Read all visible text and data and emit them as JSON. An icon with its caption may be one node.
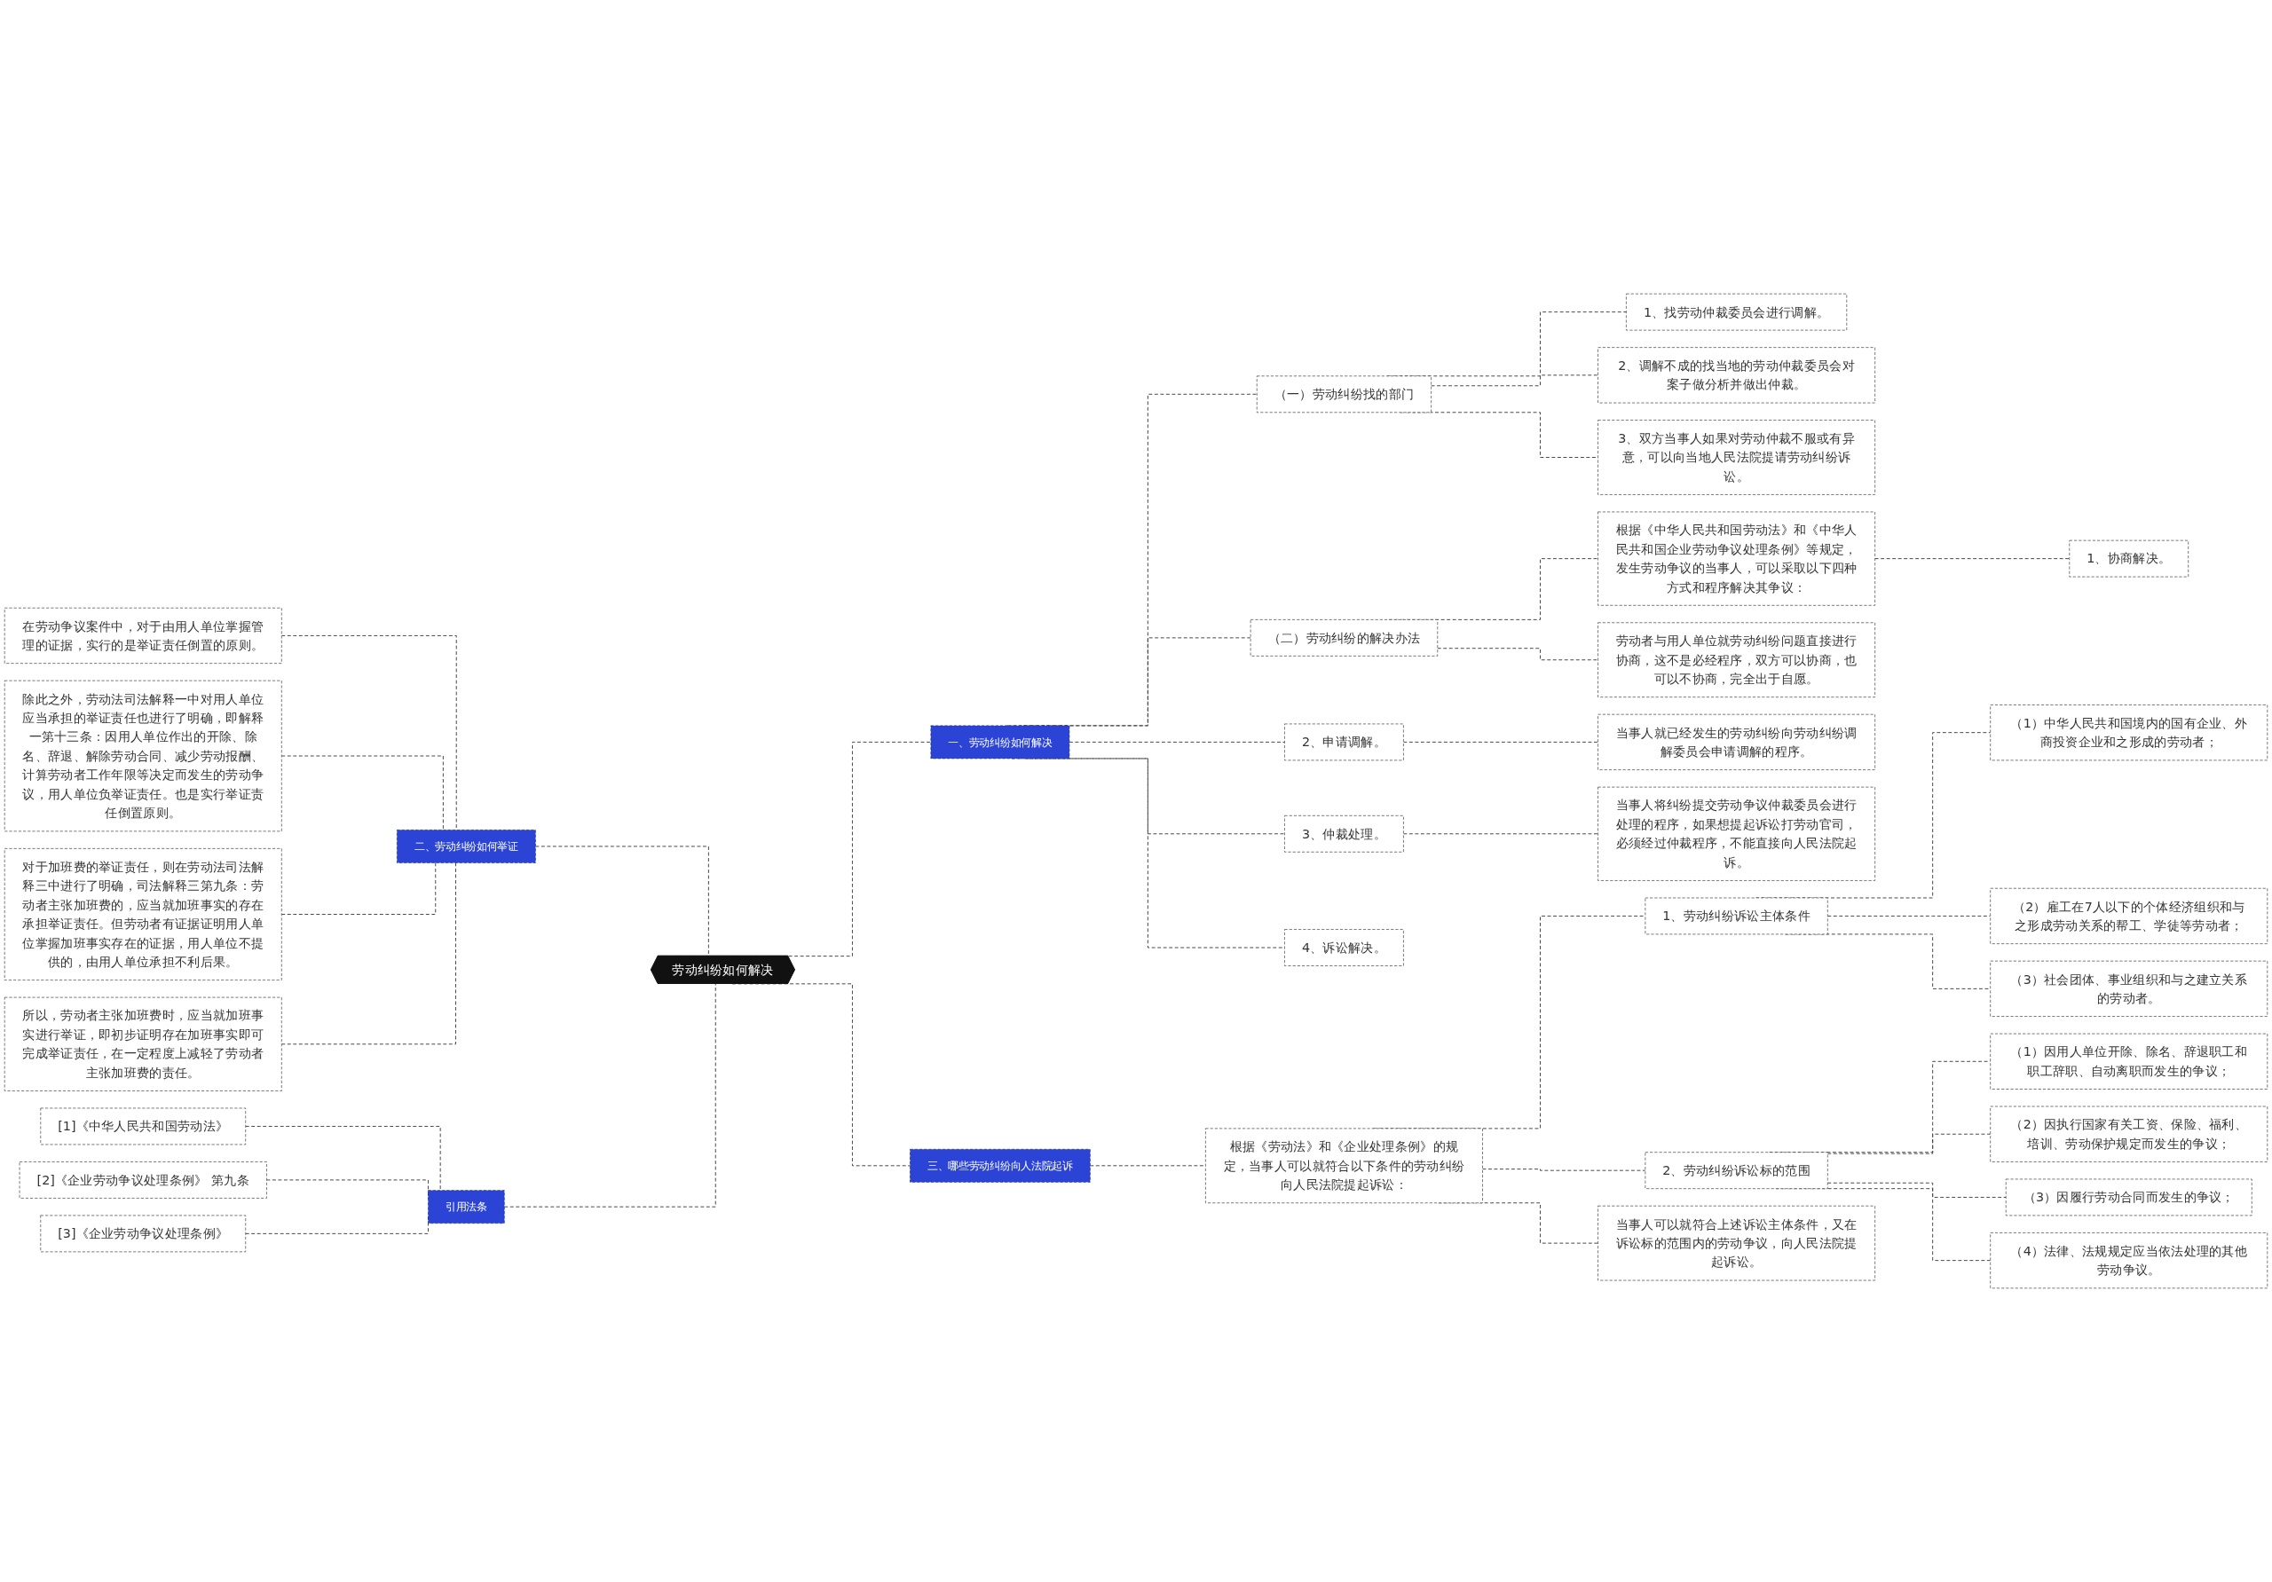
{
  "diagram": {
    "nodes": [
      {
        "text": [
          "劳动纠纷如何解决"
        ]
      },
      {
        "text": [
          "一、劳动纠纷如何解决"
        ]
      },
      {
        "text": [
          "（一）劳动纠纷找的部门"
        ]
      },
      {
        "text": [
          "1、找劳动仲裁委员会进行调解。"
        ]
      },
      {
        "text": [
          "2、调解不成的找当地的劳动仲裁委员会对案子做分析并做出仲裁。"
        ]
      },
      {
        "text": [
          "3、双方当事人如果对劳动仲裁不服或有异意，可以向当地人民法院提请劳动纠纷诉讼。"
        ]
      },
      {
        "text": [
          "（二）劳动纠纷的解决办法"
        ]
      },
      {
        "text": [
          "根据《中华人民共和国劳动法》和《中华人民共和国企业劳动争议处理条例》等规定，发生劳动争议的当事人，可以采取以下四种方式和程序解决其争议："
        ]
      },
      {
        "text": [
          "1、协商解决。"
        ]
      },
      {
        "text": [
          "劳动者与用人单位就劳动纠纷问题直接进行协商，这不是必经程序，双方可以协商，也可以不协商，完全出于自愿。"
        ]
      },
      {
        "text": [
          "2、申请调解。"
        ]
      },
      {
        "text": [
          "当事人就已经发生的劳动纠纷向劳动纠纷调解委员会申请调解的程序。"
        ]
      },
      {
        "text": [
          "3、仲裁处理。"
        ]
      },
      {
        "text": [
          "当事人将纠纷提交劳动争议仲裁委员会进行处理的程序，如果想提起诉讼打劳动官司，必须经过仲裁程序，不能直接向人民法院起诉。"
        ]
      },
      {
        "text": [
          "4、诉讼解决。"
        ]
      },
      {
        "text": [
          "二、劳动纠纷如何举证"
        ]
      },
      {
        "text": [
          "在劳动争议案件中，对于由用人单位掌握管理的证据，实行的是举证责任倒置的原则。"
        ]
      },
      {
        "text": [
          "除此之外，劳动法司法解释一中对用人单位应当承担的举证责任也进行了明确，即解释一第十三条：因用人单位作出的开除、除名、辞退、解除劳动合同、减少劳动报酬、计算劳动者工作年限等决定而发生的劳动争议，用人单位负举证责任。也是实行举证责任倒置原则。"
        ]
      },
      {
        "text": [
          "对于加班费的举证责任，则在劳动法司法解释三中进行了明确，司法解释三第九条：劳动者主张加班费的，应当就加班事实的存在承担举证责任。但劳动者有证据证明用人单位掌握加班事实存在的证据，用人单位不提供的，由用人单位承担不利后果。"
        ]
      },
      {
        "text": [
          "所以，劳动者主张加班费时，应当就加班事实进行举证，即初步证明存在加班事实即可完成举证责任，在一定程度上减轻了劳动者主张加班费的责任。"
        ]
      },
      {
        "text": [
          "引用法条"
        ]
      },
      {
        "text": [
          "[1]《中华人民共和国劳动法》"
        ]
      },
      {
        "text": [
          "[2]《企业劳动争议处理条例》 第九条"
        ]
      },
      {
        "text": [
          "[3]《企业劳动争议处理条例》"
        ]
      },
      {
        "text": [
          "三、哪些劳动纠纷向人法院起诉"
        ]
      },
      {
        "text": [
          "根据《劳动法》和《企业处理条例》的规定，当事人可以就符合以下条件的劳动纠纷向人民法院提起诉讼："
        ]
      },
      {
        "text": [
          "1、劳动纠纷诉讼主体条件"
        ]
      },
      {
        "text": [
          "（1）中华人民共和国境内的国有企业、外商投资企业和之形成的劳动者；"
        ]
      },
      {
        "text": [
          "（2）雇工在7人以下的个体经济组织和与之形成劳动关系的帮工、学徒等劳动者；"
        ]
      },
      {
        "text": [
          "（3）社会团体、事业组织和与之建立关系的劳动者。"
        ]
      },
      {
        "text": [
          "2、劳动纠纷诉讼标的范围"
        ]
      },
      {
        "text": [
          "（1）因用人单位开除、除名、辞退职工和职工辞职、自动离职而发生的争议；"
        ]
      },
      {
        "text": [
          "（2）因执行国家有关工资、保险、福利、培训、劳动保护规定而发生的争议；"
        ]
      },
      {
        "text": [
          "（3）因履行劳动合同而发生的争议；"
        ]
      },
      {
        "text": [
          "（4）法律、法规规定应当依法处理的其他劳动争议。"
        ]
      },
      {
        "text": [
          "当事人可以就符合上述诉讼主体条件，又在诉讼标的范围内的劳动争议，向人民法院提起诉讼。"
        ]
      }
    ],
    "edges": [
      {
        "from": 0,
        "to": 1,
        "arrow": "none",
        "style": "dashed"
      },
      {
        "from": 1,
        "to": 2,
        "arrow": "none",
        "style": "dashed"
      },
      {
        "from": 2,
        "to": 3,
        "arrow": "none",
        "style": "dashed"
      },
      {
        "from": 2,
        "to": 4,
        "arrow": "none",
        "style": "dashed"
      },
      {
        "from": 2,
        "to": 5,
        "arrow": "none",
        "style": "dashed"
      },
      {
        "from": 1,
        "to": 6,
        "arrow": "none",
        "style": "dashed"
      },
      {
        "from": 6,
        "to": 7,
        "arrow": "none",
        "style": "dashed"
      },
      {
        "from": 7,
        "to": 8,
        "arrow": "none",
        "style": "dashed"
      },
      {
        "from": 6,
        "to": 9,
        "arrow": "none",
        "style": "dashed"
      },
      {
        "from": 1,
        "to": 10,
        "arrow": "none",
        "style": "dashed"
      },
      {
        "from": 10,
        "to": 11,
        "arrow": "none",
        "style": "dashed"
      },
      {
        "from": 1,
        "to": 12,
        "arrow": "none",
        "style": "dashed"
      },
      {
        "from": 12,
        "to": 13,
        "arrow": "none",
        "style": "dashed"
      },
      {
        "from": 1,
        "to": 14,
        "arrow": "none",
        "style": "dashed"
      },
      {
        "from": 0,
        "to": 15,
        "arrow": "none",
        "style": "dashed"
      },
      {
        "from": 15,
        "to": 16,
        "arrow": "none",
        "style": "dashed"
      },
      {
        "from": 15,
        "to": 17,
        "arrow": "none",
        "style": "dashed"
      },
      {
        "from": 15,
        "to": 18,
        "arrow": "none",
        "style": "dashed"
      },
      {
        "from": 15,
        "to": 19,
        "arrow": "none",
        "style": "dashed"
      },
      {
        "from": 0,
        "to": 20,
        "arrow": "none",
        "style": "dashed"
      },
      {
        "from": 20,
        "to": 21,
        "arrow": "none",
        "style": "dashed"
      },
      {
        "from": 20,
        "to": 22,
        "arrow": "none",
        "style": "dashed"
      },
      {
        "from": 20,
        "to": 23,
        "arrow": "none",
        "style": "dashed"
      },
      {
        "from": 0,
        "to": 24,
        "arrow": "none",
        "style": "dashed"
      },
      {
        "from": 24,
        "to": 25,
        "arrow": "none",
        "style": "dashed"
      },
      {
        "from": 25,
        "to": 26,
        "arrow": "none",
        "style": "dashed"
      },
      {
        "from": 26,
        "to": 27,
        "arrow": "none",
        "style": "dashed"
      },
      {
        "from": 26,
        "to": 28,
        "arrow": "none",
        "style": "dashed"
      },
      {
        "from": 26,
        "to": 29,
        "arrow": "none",
        "style": "dashed"
      },
      {
        "from": 25,
        "to": 30,
        "arrow": "none",
        "style": "dashed"
      },
      {
        "from": 30,
        "to": 31,
        "arrow": "none",
        "style": "dashed"
      },
      {
        "from": 30,
        "to": 32,
        "arrow": "none",
        "style": "dashed"
      },
      {
        "from": 30,
        "to": 33,
        "arrow": "none",
        "style": "dashed"
      },
      {
        "from": 30,
        "to": 34,
        "arrow": "none",
        "style": "dashed"
      },
      {
        "from": 25,
        "to": 35,
        "arrow": "none",
        "style": "dashed"
      }
    ]
  }
}
